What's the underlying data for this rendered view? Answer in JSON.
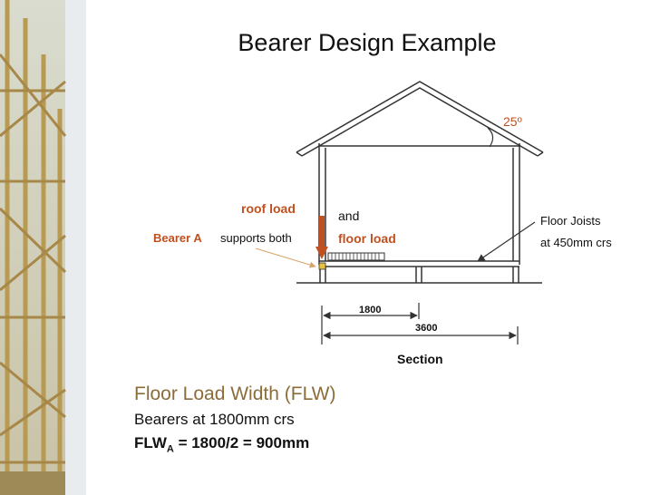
{
  "title": "Bearer Design Example",
  "diagram": {
    "roof_angle": "25º",
    "roof_load": "roof load",
    "and": "and",
    "floor_load": "floor load",
    "bearer_a": "Bearer A",
    "supports_both": "supports both",
    "floor_joists": "Floor Joists",
    "joist_spacing": "at 450mm crs",
    "dim_1800": "1800",
    "dim_3600": "3600",
    "section": "Section"
  },
  "text": {
    "heading": "Floor Load Width (FLW)",
    "bearers": "Bearers at 1800mm crs",
    "flw_prefix": "FLW",
    "flw_sub": "A",
    "flw_rest": " = 1800/2 = 900mm"
  },
  "colors": {
    "accent": "#c0501f",
    "heading": "#8b6d3a",
    "line": "#333333"
  }
}
